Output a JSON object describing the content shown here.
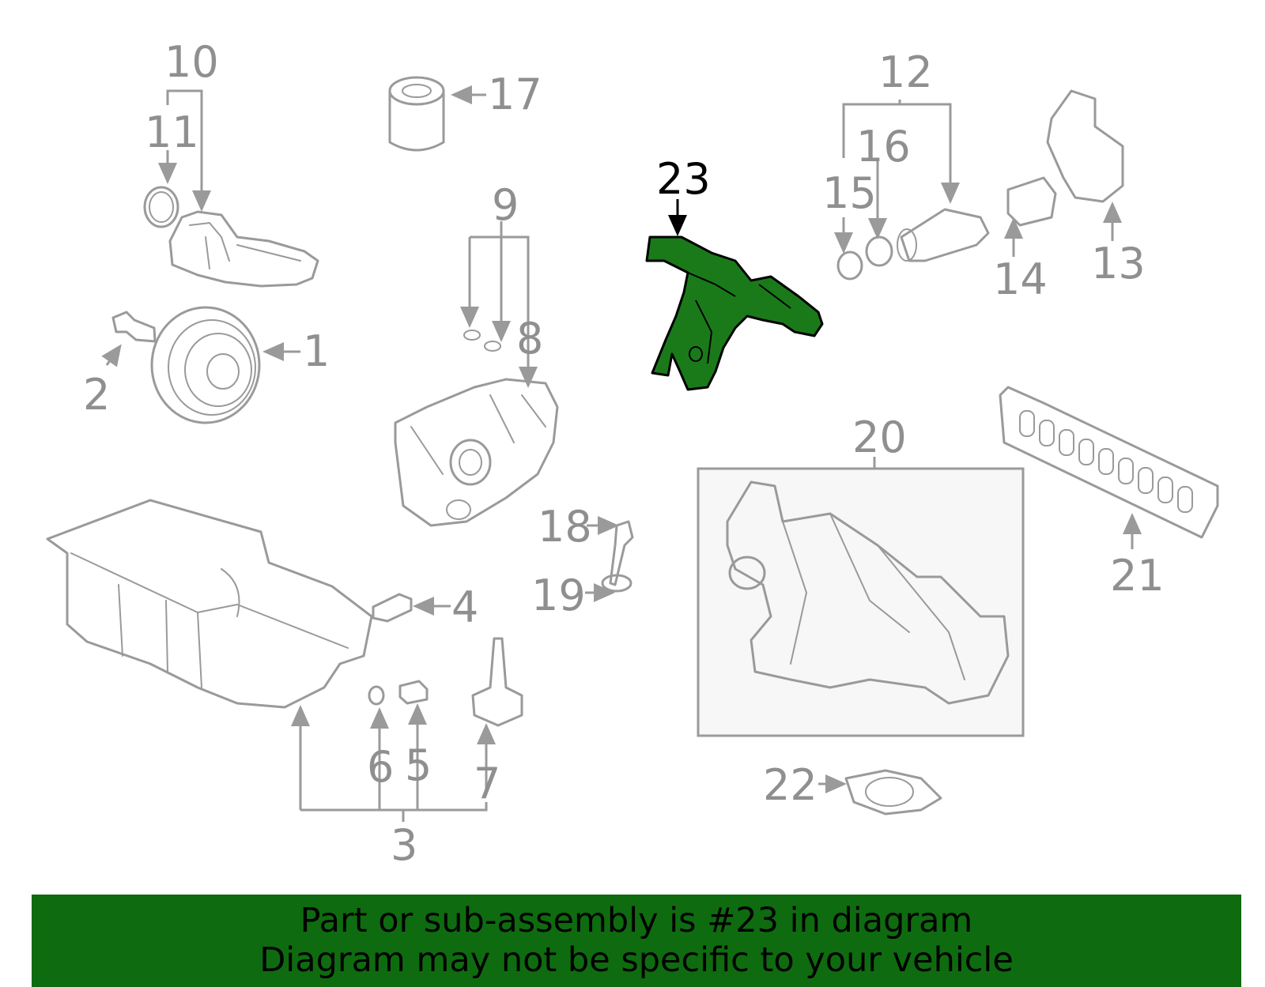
{
  "diagram": {
    "highlight_color": "#1a7a1a",
    "line_color": "#9a9a9a",
    "callouts": [
      "1",
      "2",
      "3",
      "4",
      "5",
      "6",
      "7",
      "8",
      "9",
      "10",
      "11",
      "12",
      "13",
      "14",
      "15",
      "16",
      "17",
      "18",
      "19",
      "20",
      "21",
      "22",
      "23"
    ],
    "highlighted_callout": "23"
  },
  "banner": {
    "line1": "Part or sub-assembly is #23 in diagram",
    "line2": "Diagram may not be specific to your vehicle",
    "background": "#0f6b0f"
  }
}
